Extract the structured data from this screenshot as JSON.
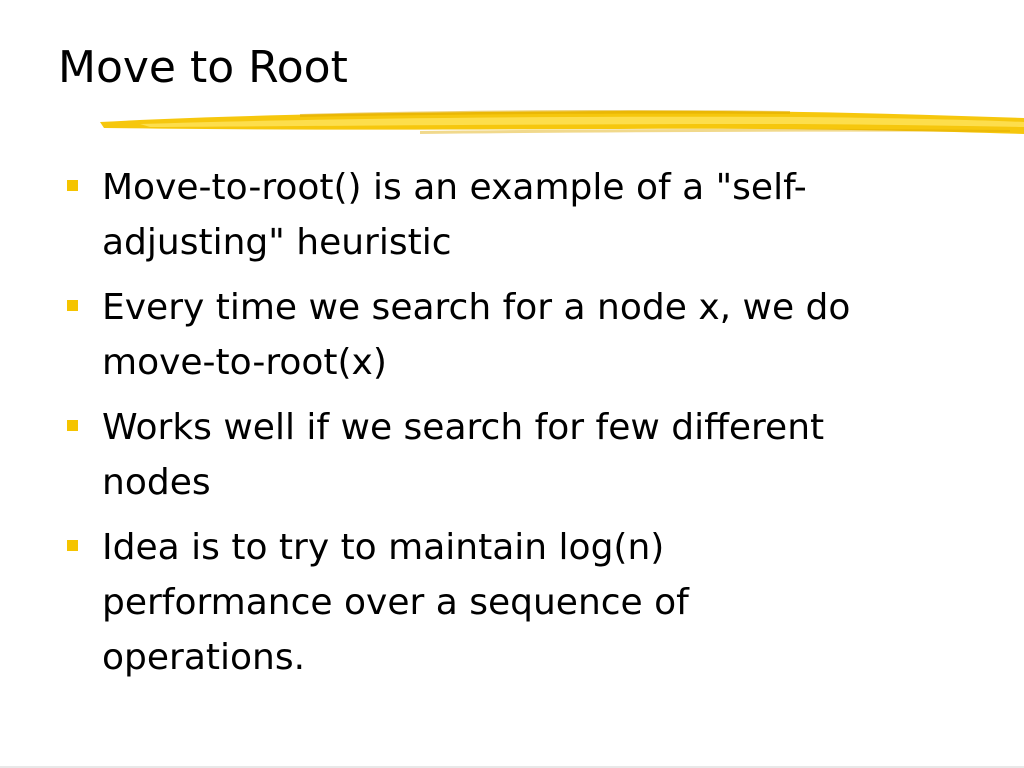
{
  "slide": {
    "title": "Move to Root",
    "accent_color": "#f5c400",
    "bullets": [
      {
        "text": "Move-to-root() is an example of a \"self-adjusting\" heuristic"
      },
      {
        "text": "Every time we search for a node x, we do move-to-root(x)"
      },
      {
        "text": "Works well if we search for few different nodes"
      },
      {
        "text": "Idea is to try to maintain log(n) performance over a sequence of operations."
      }
    ]
  }
}
